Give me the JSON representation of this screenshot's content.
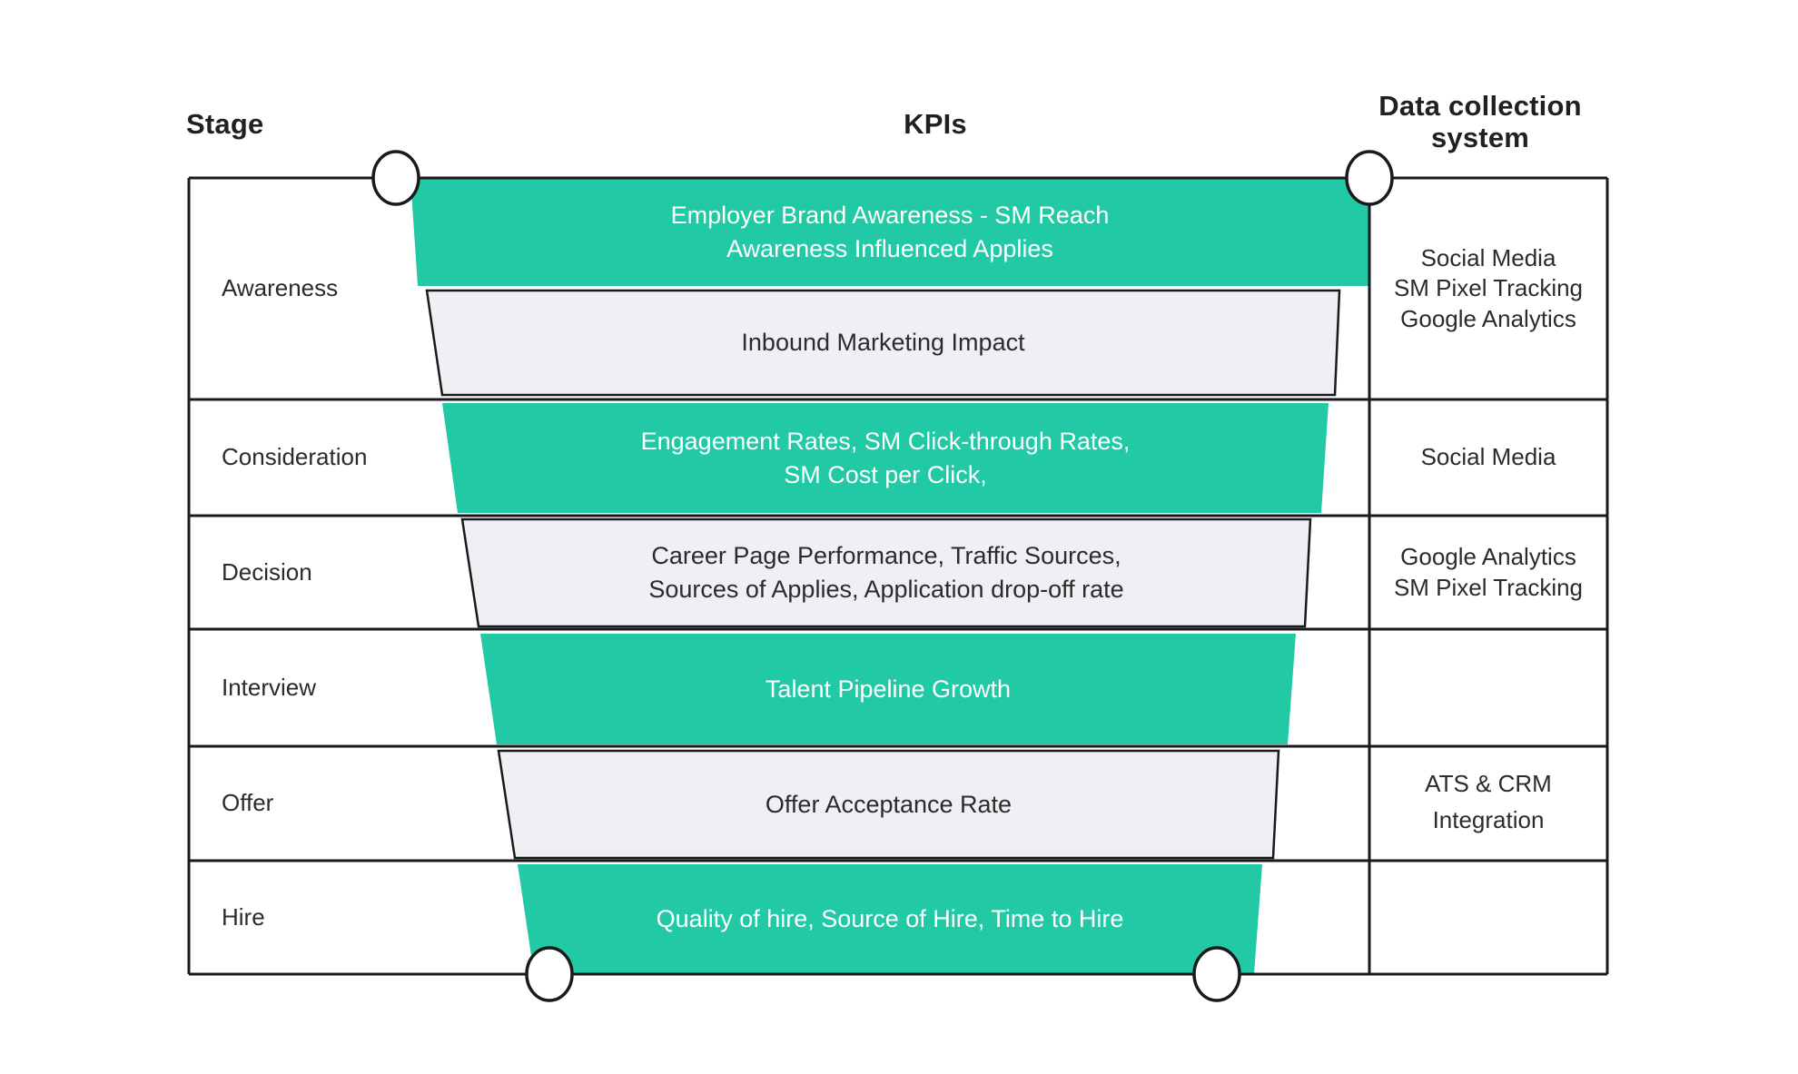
{
  "colors": {
    "green": "#21c9a4",
    "grey_band": "#eef0f4",
    "outline": "#1a1a1a",
    "text_dark": "#2b2b2b",
    "text_light": "#ffffff",
    "background": "#ffffff"
  },
  "headers": {
    "stage": "Stage",
    "kpis": "KPIs",
    "data_collection_line1": "Data collection",
    "data_collection_line2": "system"
  },
  "rows": [
    {
      "stage": "Awareness",
      "kpi_lines": [
        "Employer Brand Awareness - SM Reach",
        "Awareness Influenced Applies"
      ],
      "band": "green"
    },
    {
      "stage": "",
      "kpi_lines": [
        "Inbound Marketing Impact"
      ],
      "band": "grey"
    },
    {
      "stage": "Consideration",
      "kpi_lines": [
        "Engagement Rates, SM Click-through Rates,",
        "SM Cost per Click,"
      ],
      "band": "green"
    },
    {
      "stage": "Decision",
      "kpi_lines": [
        "Career Page Performance, Traffic Sources,",
        "Sources of Applies, Application drop-off rate"
      ],
      "band": "grey"
    },
    {
      "stage": "Interview",
      "kpi_lines": [
        "Talent Pipeline Growth"
      ],
      "band": "green"
    },
    {
      "stage": "Offer",
      "kpi_lines": [
        "Offer Acceptance Rate"
      ],
      "band": "grey"
    },
    {
      "stage": "Hire",
      "kpi_lines": [
        "Quality of hire, Source of Hire, Time to Hire"
      ],
      "band": "green"
    }
  ],
  "data_systems": [
    {
      "lines": [
        "Social Media",
        "SM Pixel Tracking",
        "Google Analytics"
      ]
    },
    {
      "lines": [
        "Social Media"
      ]
    },
    {
      "lines": [
        "Google Analytics",
        "SM Pixel Tracking"
      ]
    },
    {
      "lines": [
        "ATS & CRM",
        "Integration"
      ]
    }
  ]
}
